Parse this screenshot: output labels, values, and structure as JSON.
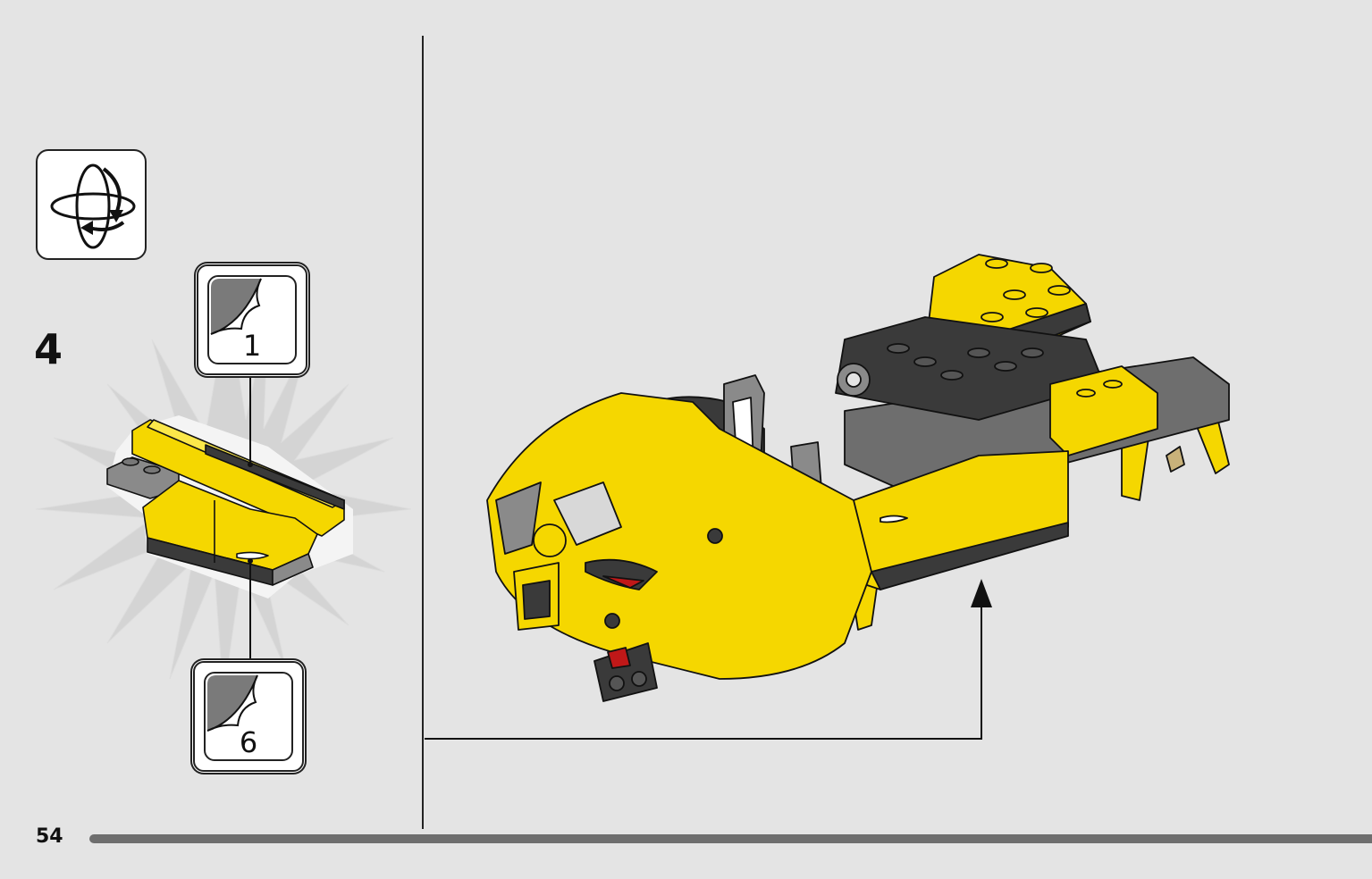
{
  "step": {
    "number": "4"
  },
  "rotate_icon": {
    "name": "rotate-model-icon"
  },
  "sticker_callouts": [
    {
      "label": "1",
      "icon": "sticker-icon"
    },
    {
      "label": "6",
      "icon": "sticker-icon"
    }
  ],
  "footer": {
    "page_number": "54"
  },
  "colors": {
    "background": "#e4e4e4",
    "brick_yellow": "#f5d700",
    "brick_dark": "#3a3a3a",
    "brick_gray": "#8a8a8a",
    "progress": "#6e6e6e"
  }
}
